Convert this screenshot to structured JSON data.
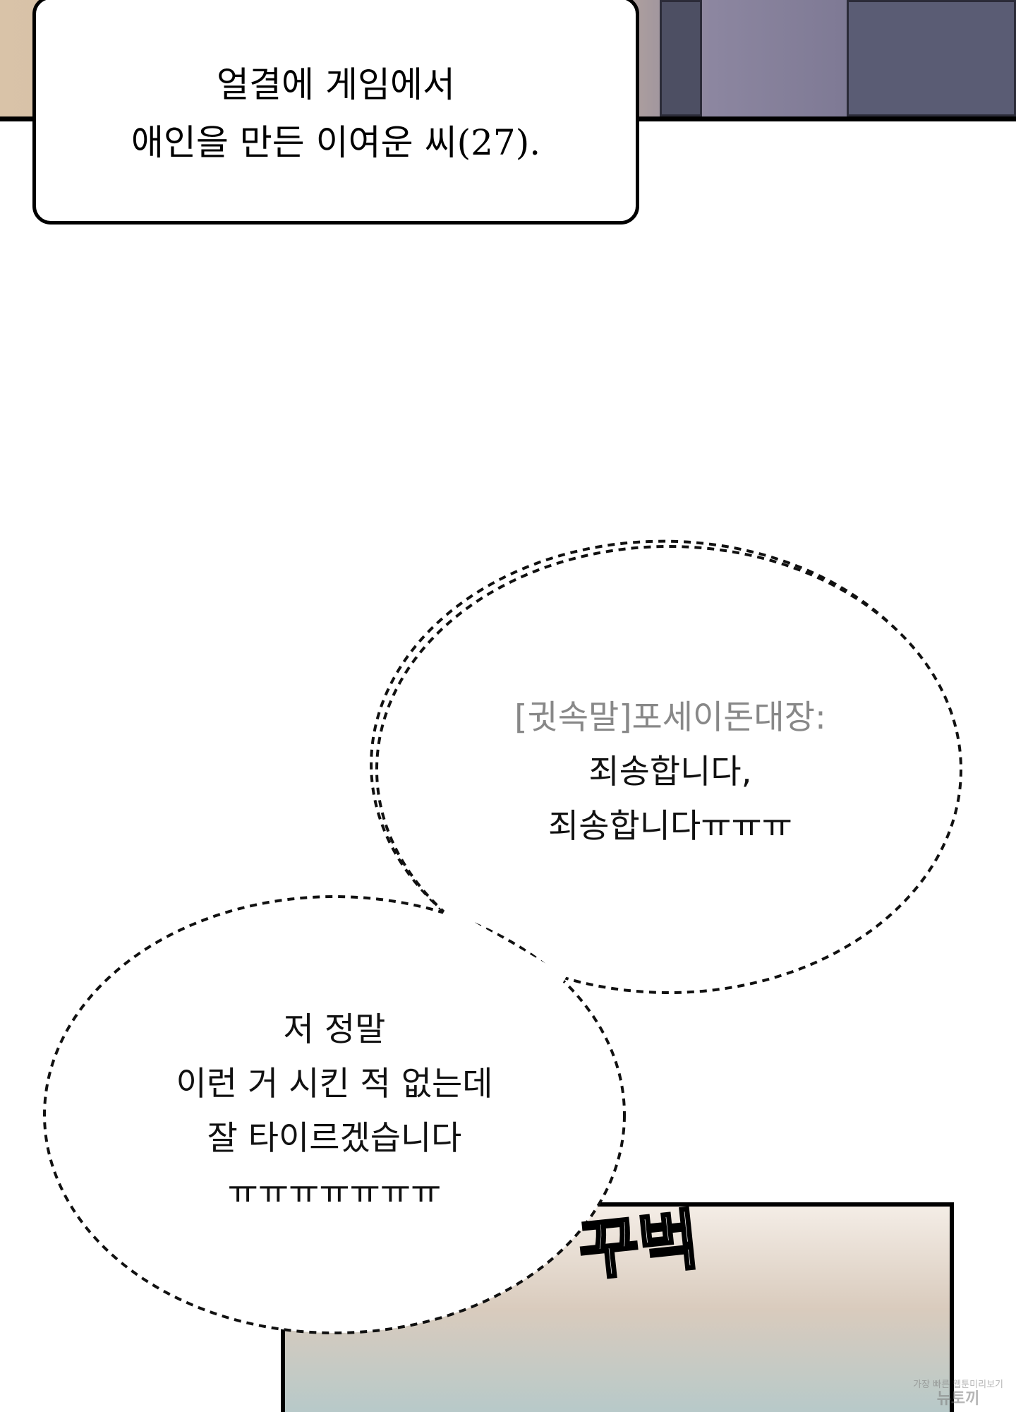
{
  "caption": {
    "lines": [
      "얼결에 게임에서",
      "애인을 만든 이여운 씨(27)."
    ]
  },
  "bubble_1": {
    "speaker": "[귓속말]포세이돈대장:",
    "lines": [
      "죄송합니다,",
      "죄송합니다ㅠㅠㅠ"
    ]
  },
  "bubble_2": {
    "lines": [
      "저 정말",
      "이런 거 시킨 적 없는데",
      "잘 타이르겠습니다",
      "ㅠㅠㅠㅠㅠㅠㅠ"
    ]
  },
  "sfx": "꾸벅",
  "watermark": {
    "line1": "가장 빠른 웹툰미리보기",
    "line2": "뉴토끼"
  }
}
